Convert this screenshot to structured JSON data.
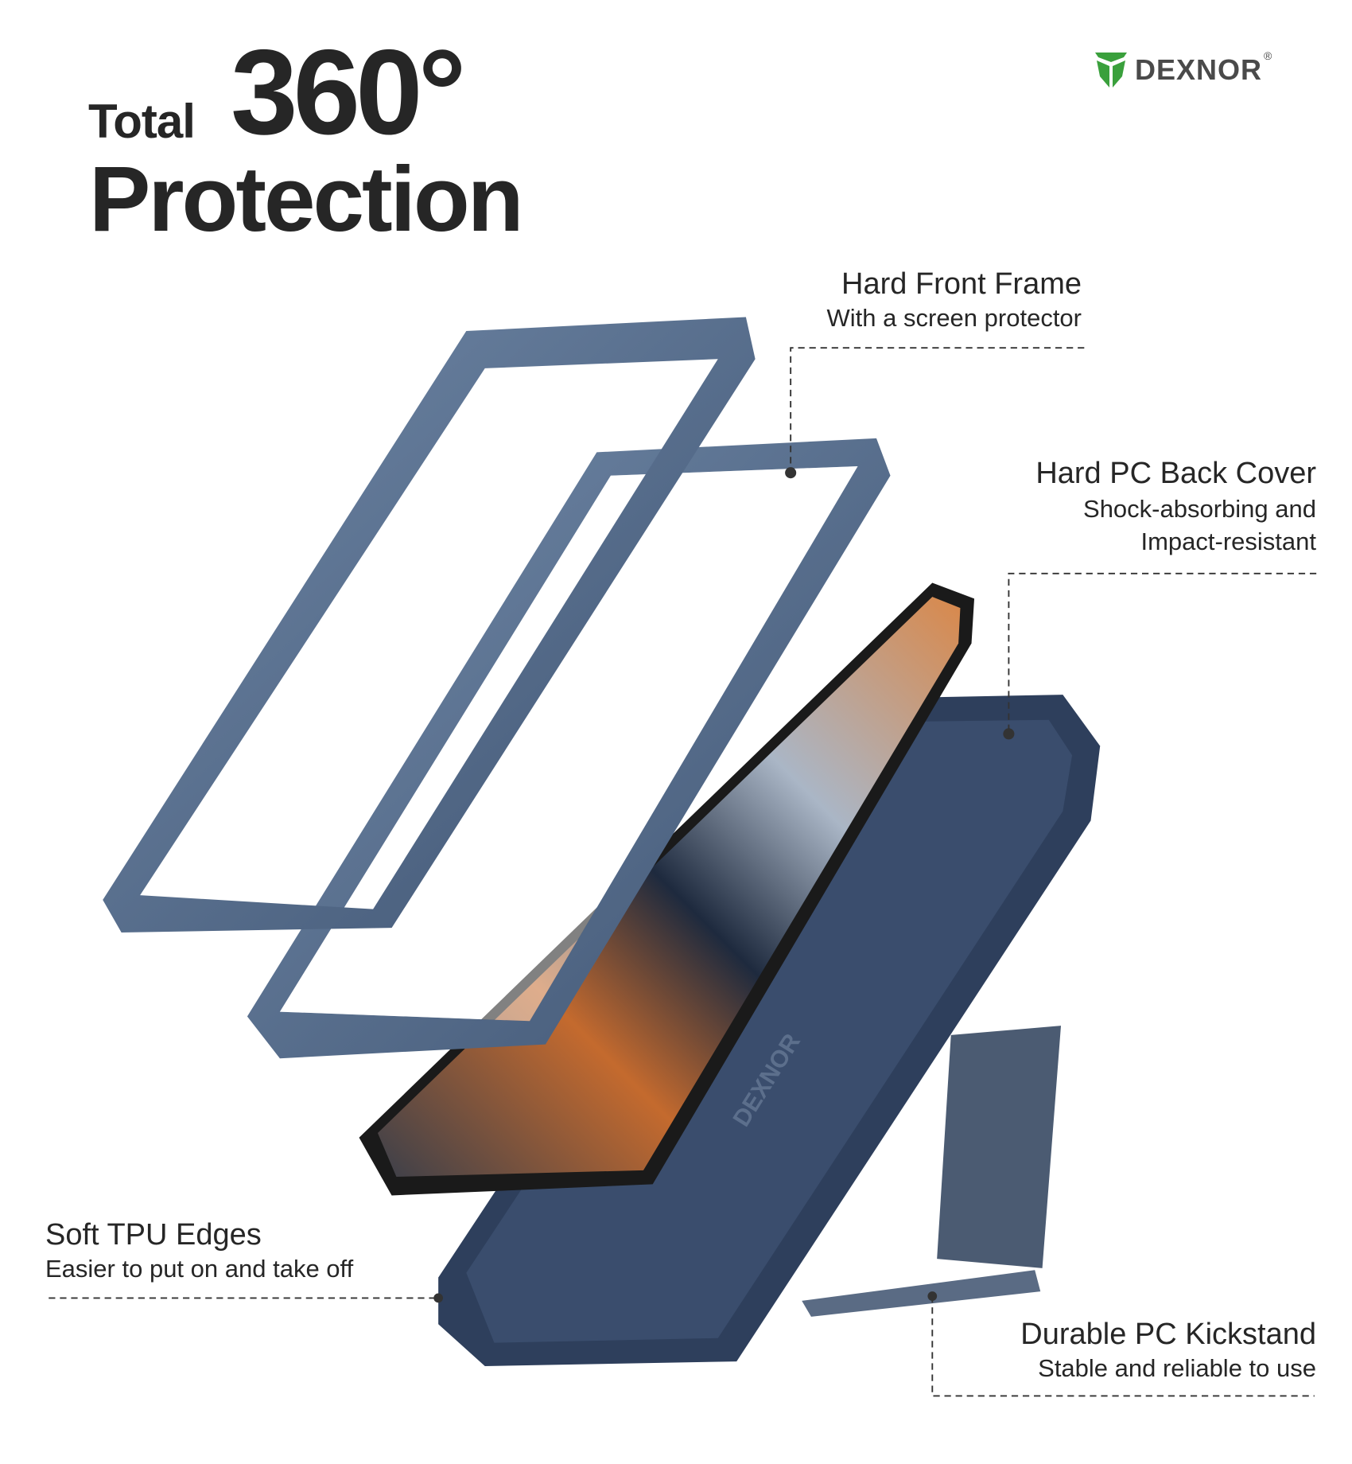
{
  "brand": {
    "name": "DEXNOR",
    "registered_mark": "®",
    "color": "#3aa03c",
    "text_color": "#4a4a4a"
  },
  "headline": {
    "prefix": "Total",
    "big": "360°",
    "line2": "Protection"
  },
  "callouts": [
    {
      "title": "Hard Front Frame",
      "subtitle": "With a screen protector"
    },
    {
      "title": "Hard PC Back Cover",
      "subtitle_line1": "Shock-absorbing and",
      "subtitle_line2": "Impact-resistant"
    },
    {
      "title": "Soft TPU Edges",
      "subtitle": "Easier to put on and take off"
    },
    {
      "title": "Durable PC Kickstand",
      "subtitle": "Stable and reliable to use"
    }
  ],
  "colors": {
    "case_blue": "#2e3f5c",
    "frame_blue": "#5b7392",
    "text": "#262626"
  },
  "case_print": "DEXNOR"
}
